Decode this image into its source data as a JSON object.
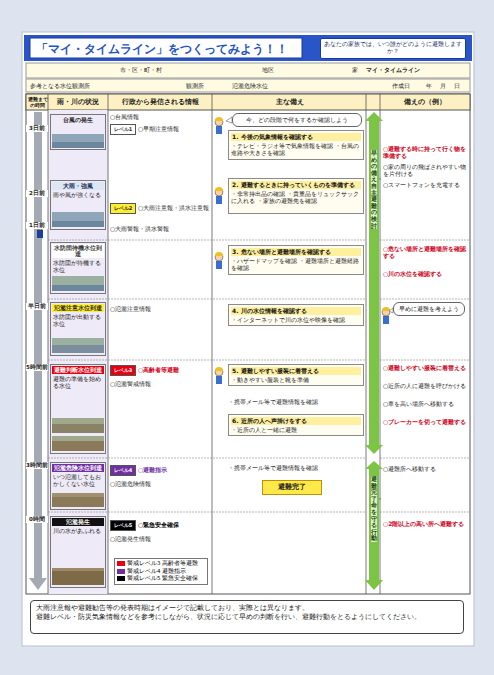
{
  "diagram": {
    "title": "「マイ・タイムライン」をつくってみよう！！",
    "nodes": [
      {
        "text": [
          "あなたの家族では、いつ誰がどのように避難しますか？"
        ]
      },
      {
        "text": [
          "台風の発生"
        ]
      },
      {
        "text": [
          "大雨・強風",
          "雨や風が強くなる"
        ]
      },
      {
        "text": [
          "水防団待機水位到達",
          "水防団が待機する水位"
        ]
      },
      {
        "text": [
          "氾濫注意水位到達",
          "水防団が出動する水位"
        ]
      },
      {
        "text": [
          "避難判断水位到達",
          "避難の準備を始める水位"
        ]
      },
      {
        "text": [
          "氾濫危険水位到達",
          "いつ氾濫してもおかしくない水位"
        ]
      },
      {
        "text": [
          "氾濫発生",
          "川の水があふれる"
        ]
      },
      {
        "text": [
          "レベル1"
        ]
      },
      {
        "text": [
          "レベル2"
        ]
      },
      {
        "text": [
          "レベル3"
        ]
      },
      {
        "text": [
          "レベル4"
        ]
      },
      {
        "text": [
          "レベル5"
        ]
      },
      {
        "text": [
          "今、どの段階で何をするか確認しよう"
        ]
      },
      {
        "text": [
          "1. 今後の気象情報を確認する",
          "・テレビ・ラジオ等で気象情報を確認 ・台風の進路や大きさを確認"
        ]
      },
      {
        "text": [
          "2. 避難するときに持っていくものを準備する",
          "・非常持出品の確認 ・貴重品をリュックサックに入れる ・家族の避難先を確認"
        ]
      },
      {
        "text": [
          "3. 危ない場所と避難場所を確認する",
          "・ハザードマップを確認 ・避難場所と避難経路を確認"
        ]
      },
      {
        "text": [
          "4. 川の水位情報を確認する",
          "・インターネットで川の水位や映像を確認"
        ]
      },
      {
        "text": [
          "5. 避難しやすい服装に着替える",
          "・動きやすい服装と靴を準備"
        ]
      },
      {
        "text": [
          "6. 近所の人へ声掛けをする",
          "・近所の人と一緒に避難"
        ]
      },
      {
        "text": [
          "避難完了"
        ]
      },
      {
        "text": [
          "早めに避難を考えよう"
        ]
      },
      {
        "text": [
          "大雨注意報や避難勧告等の発表時期はイメージで記載しており、実際とは異なります。",
          "避難レベル・防災気象情報などを参考にしながら、状況に応じて早めの判断を行い、避難行動をとるようにしてください。"
        ]
      }
    ],
    "labels": [
      "市・区・町・村",
      "地区",
      "家",
      "マイ・タイムライン",
      "参考となる水位観測所",
      "観測所",
      "氾濫危険水位",
      "作成日",
      "年",
      "月",
      "日",
      "避難までの時間",
      "雨・川の状況",
      "行政から発信される情報",
      "主な備え",
      "備えの（例）",
      "3日前",
      "2日前",
      "1日前",
      "半日前",
      "5時間前",
      "3時間前",
      "0時間",
      "○台風情報",
      "○早期注意情報",
      "○大雨注意報・洪水注意報",
      "○大雨警報・洪水警報",
      "○氾濫注意情報",
      "○高齢者等避難",
      "○氾濫警戒情報",
      "○避難指示",
      "○氾濫危険情報",
      "○緊急安全確保",
      "○氾濫発生情報",
      "・携帯メール等で避難情報を確認",
      "・携帯メール等で避難情報を確認",
      "早めの備え・自主避難の検討",
      "避難完了・命を守る行動",
      "○避難する時に持って行く物を準備する",
      "○家の周りの飛ばされやすい物を片付ける",
      "○スマートフォンを充電する",
      "○危ない場所と避難場所を確認する",
      "○川の水位を確認する",
      "○避難しやすい服装に着替える",
      "○近所の人に避難を呼びかける",
      "○車を高い場所へ移動する",
      "○ブレーカーを切って避難する",
      "○避難所へ移動する",
      "○2階以上の高い所へ避難する"
    ],
    "legend": [
      {
        "text": "警戒レベル3 高齢者等避難",
        "color": "#e60012"
      },
      {
        "text": "警戒レベル4 避難指示",
        "color": "#7030a0"
      },
      {
        "text": "警戒レベル5 緊急安全確保",
        "color": "#000000"
      }
    ]
  }
}
